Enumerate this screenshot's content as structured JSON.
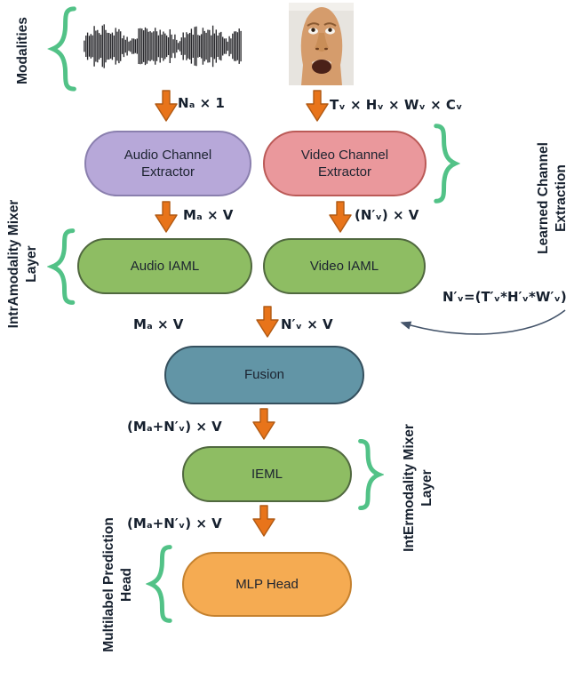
{
  "side_labels": {
    "modalities": "Modalities",
    "learned_channel_extraction": "Learned Channel\nExtraction",
    "intramodality_mixer_layer": "IntrAmodality Mixer\nLayer",
    "intermodality_mixer_layer": "IntErmodality Mixer\nLayer",
    "multilabel_prediction_head": "Multilabel Prediction\nHead"
  },
  "boxes": {
    "audio_extractor": {
      "label": "Audio Channel\nExtractor"
    },
    "video_extractor": {
      "label": "Video Channel\nExtractor"
    },
    "audio_iaml": {
      "label": "Audio IAML"
    },
    "video_iaml": {
      "label": "Video IAML"
    },
    "fusion": {
      "label": "Fusion"
    },
    "ieml": {
      "label": "IEML"
    },
    "mlp_head": {
      "label": "MLP Head"
    }
  },
  "dims": {
    "audio_input": "Nₐ × 1",
    "video_input": "Tᵥ × Hᵥ × Wᵥ × Cᵥ",
    "audio_iaml_in": "Mₐ × V",
    "video_iaml_in": "(N′ᵥ) × V",
    "fusion_in_audio": "Mₐ × V",
    "fusion_in_video": "N′ᵥ × V",
    "ieml_in": "(Mₐ+N′ᵥ) × V",
    "mlp_in": "(Mₐ+N′ᵥ) × V",
    "nv_definition": "N′ᵥ=(T′ᵥ*H′ᵥ*W′ᵥ)"
  },
  "icons": {
    "waveform": "audio-waveform-image",
    "face": "face-image",
    "down_arrow": "down-arrow-icon",
    "brace": "brace-icon",
    "curved_arrow": "curved-arrow-icon"
  },
  "palette": {
    "background": "#ffffff",
    "brace_green": "#52c287",
    "arrow_orange_fill": "#e8741a",
    "arrow_orange_border": "#b05a14",
    "label_navy": "#16202e",
    "audio_extractor_fill": "#b7a8d9",
    "audio_extractor_border": "#8a7fae",
    "video_extractor_fill": "#ea989c",
    "video_extractor_border": "#bb5a57",
    "iaml_fill": "#8ebd63",
    "iaml_border": "#50683f",
    "fusion_fill": "#6295a6",
    "fusion_border": "#35505e",
    "mlp_fill": "#f5ab52",
    "mlp_border": "#c5812e",
    "curved_arrow_color": "#44546a",
    "waveform_color": "#27272b"
  }
}
